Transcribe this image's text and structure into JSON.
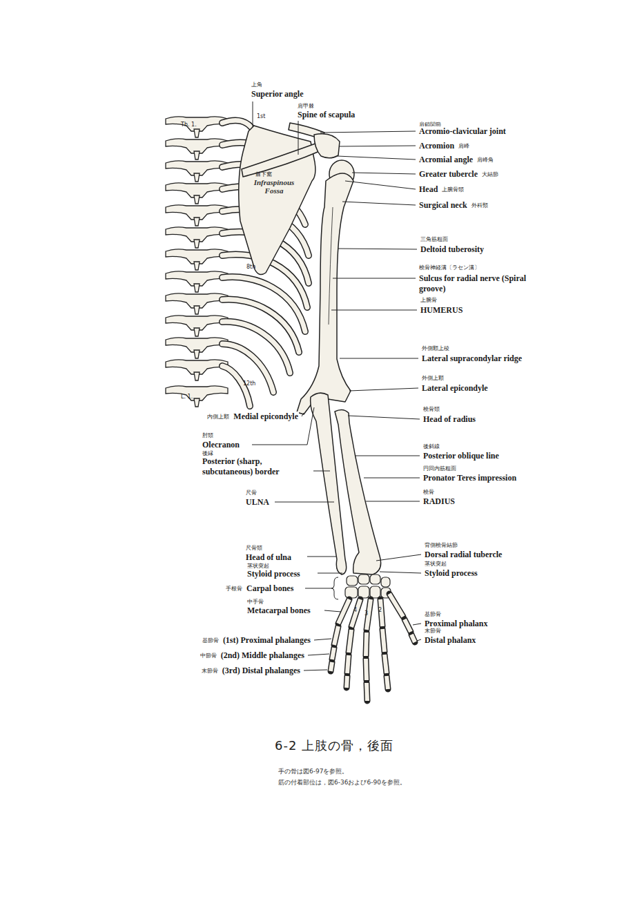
{
  "diagram": {
    "caption": "6-2 上肢の骨，後面",
    "labels": [
      "上角",
      "Superior angle",
      "肩甲棘",
      "Spine of scapula",
      "肩鎖関節",
      "Acromio-clavicular joint",
      "Acromion",
      "肩峰",
      "Acromial angle",
      "肩峰角",
      "Greater tubercle",
      "大結節",
      "Head",
      "上腕骨頭",
      "Surgical neck",
      "外科頸",
      "三角筋粗面",
      "Deltoid tuberosity",
      "橈骨神経溝〔ラセン溝〕",
      "Sulcus for radial nerve (Spiral groove)",
      "上腕骨",
      "HUMERUS",
      "外側顆上稜",
      "Lateral supracondylar ridge",
      "外側上顆",
      "Lateral epicondyle",
      "橈骨頭",
      "Head of radius",
      "後斜線",
      "Posterior oblique line",
      "円回内筋粗面",
      "Pronator Teres impression",
      "橈骨",
      "RADIUS",
      "背側橈骨結節",
      "Dorsal radial tubercle",
      "茎状突起",
      "Styloid process",
      "基節骨",
      "Proximal phalanx",
      "末節骨",
      "Distal phalanx",
      "内側上顆",
      "Medial epicondyle",
      "肘頭",
      "Olecranon",
      "後縁",
      "Posterior (sharp, subcutaneous) border",
      "尺骨",
      "ULNA",
      "尺骨頭",
      "Head of ulna",
      "茎状突起",
      "Styloid process",
      "手根骨",
      "Carpal bones",
      "中手骨",
      "Metacarpal bones",
      "基節骨",
      "(1st) Proximal phalanges",
      "中節骨",
      "(2nd) Middle phalanges",
      "末節骨",
      "(3rd) Distal phalanges",
      "棘下窩",
      "Infraspinous Fossa",
      "Th. 1.",
      "1st",
      "8th",
      "12th",
      "L. 1.",
      "4",
      "3",
      "2",
      "手の骨は図6-97を参照。",
      "筋の付着部位は，図6-36および6-90を参照。"
    ]
  }
}
